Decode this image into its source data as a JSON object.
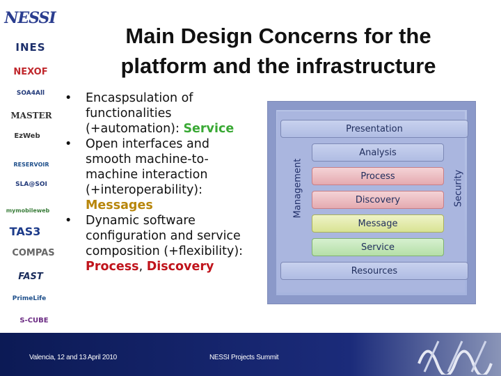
{
  "title_lines": [
    "Main Design Concerns for the",
    "platform and the infrastructure"
  ],
  "bullets": [
    {
      "lines": [
        "Encaspsulation of",
        "functionalities",
        "(+automation): "
      ],
      "keyword": "Service",
      "keyword_color": "#3aa935"
    },
    {
      "lines": [
        "Open interfaces and",
        "smooth machine-to-",
        "machine interaction",
        "(+interoperability):"
      ],
      "keyword": "Messages",
      "keyword_color": "#b8860b"
    },
    {
      "lines": [
        "Dynamic software",
        "configuration and service",
        "composition (+flexibility):"
      ],
      "keyword": "Process",
      "sep": ", ",
      "keyword2": "Discovery",
      "keyword_color": "#c0141c"
    }
  ],
  "diagram": {
    "presentation": "Presentation",
    "analysis": "Analysis",
    "process": "Process",
    "discovery": "Discovery",
    "message": "Message",
    "service": "Service",
    "resources": "Resources",
    "management": "Management",
    "security": "Security"
  },
  "logos": {
    "nessi": "NESSI",
    "ines": "INES",
    "nexof": "NEXOF",
    "soa": "SOA4All",
    "master": "MASTER",
    "ezweb": "EzWeb",
    "reservoir": "RESERVOIR",
    "sla": "SLA@SOI",
    "mobile": "mymobileweb",
    "tas": "TAS3",
    "compas": "COMPAS",
    "fast": "FAST",
    "prime": "PrimeLife",
    "scube": "S-CUBE"
  },
  "footer": {
    "left": "Valencia, 12 and 13 April 2010",
    "mid": "NESSI Projects Summit"
  },
  "bullet_char": "•"
}
